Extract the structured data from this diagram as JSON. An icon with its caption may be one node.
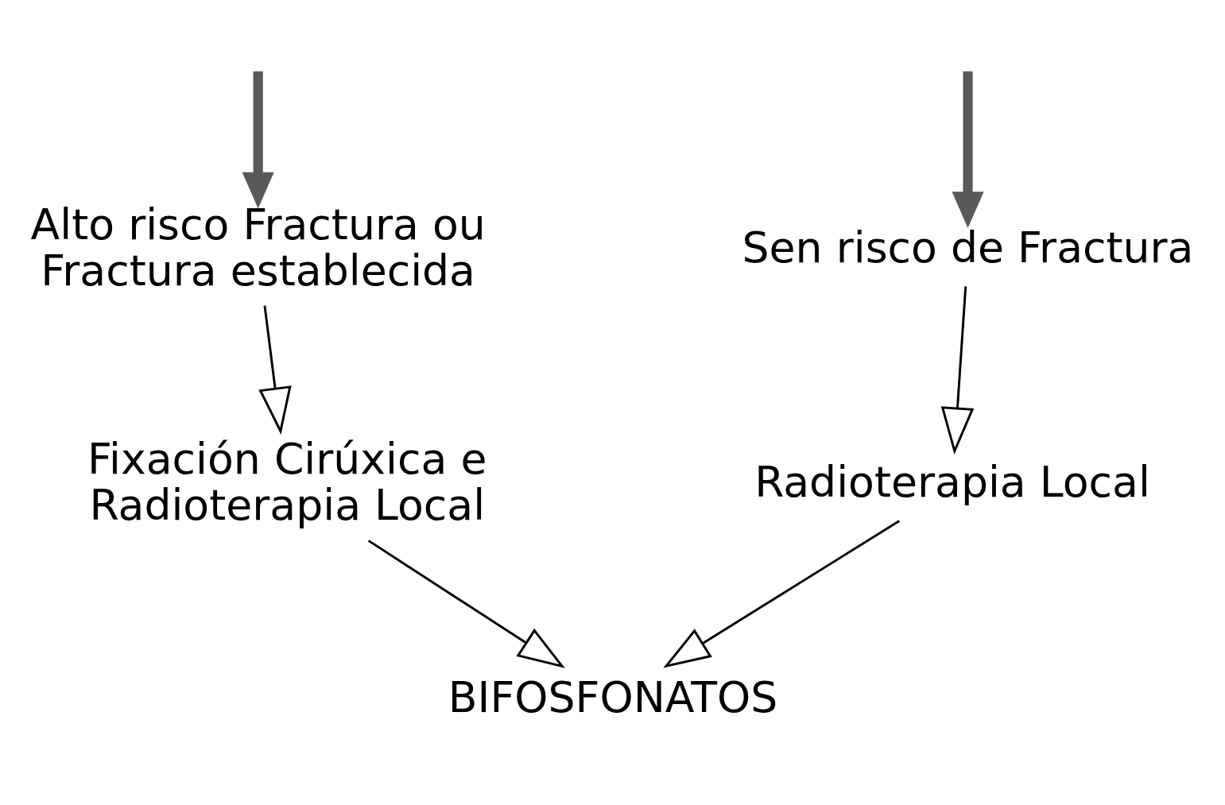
{
  "diagram": {
    "nodes": [
      {
        "text": [
          "Sen risco de Fractura"
        ]
      },
      {
        "text": [
          "Alto risco Fractura ou Fractura establecida"
        ]
      },
      {
        "text": [
          "Radioterapia Local"
        ]
      },
      {
        "text": [
          "Fixación Cirúxica e Radioterapia Local"
        ]
      },
      {
        "text": [
          "BIFOSFONATOS"
        ]
      }
    ],
    "edges": [
      {
        "from": null,
        "to": 0,
        "arrow": "to",
        "style": "thick",
        "color": "#595959"
      },
      {
        "from": null,
        "to": 1,
        "arrow": "to",
        "style": "thick",
        "color": "#595959"
      },
      {
        "from": 0,
        "to": 2,
        "arrow": "to"
      },
      {
        "from": 1,
        "to": 3,
        "arrow": "to"
      },
      {
        "from": 2,
        "to": 4,
        "arrow": "to"
      },
      {
        "from": 3,
        "to": 4,
        "arrow": "to"
      }
    ]
  }
}
